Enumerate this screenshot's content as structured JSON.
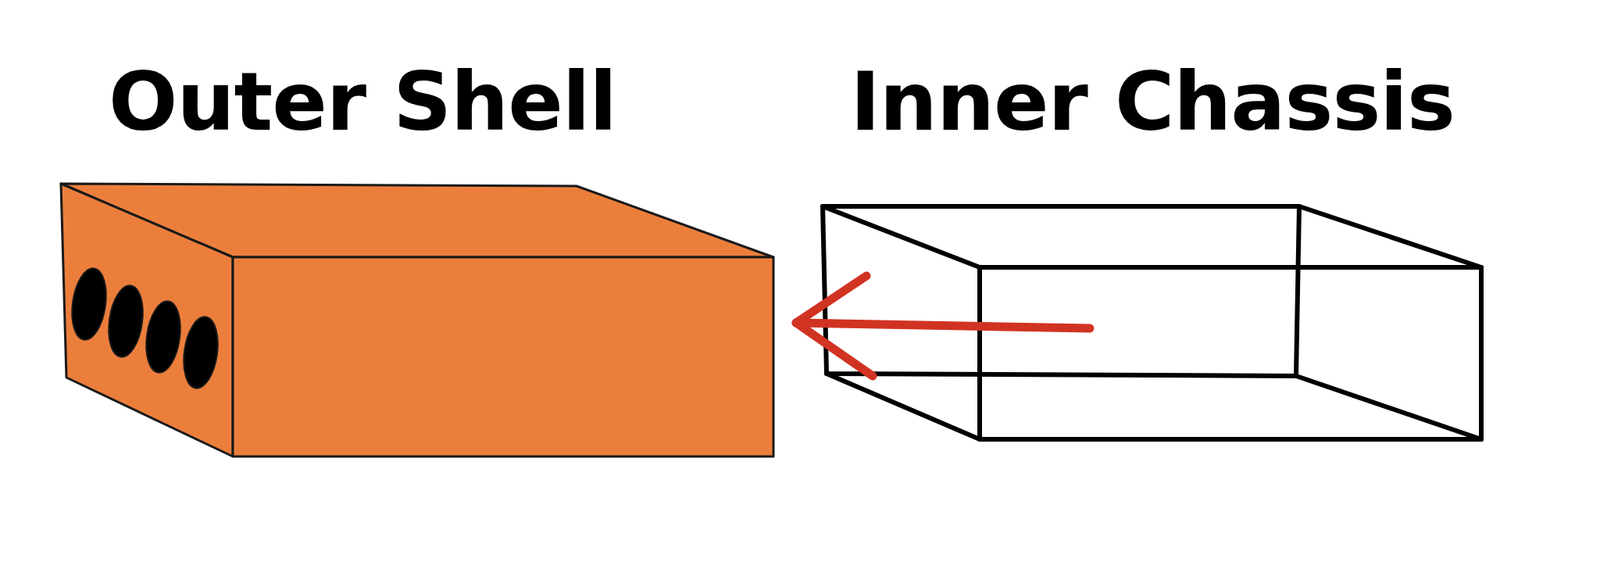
{
  "diagram": {
    "nodes": [
      {
        "text": [
          "Outer Shell"
        ]
      },
      {
        "text": [
          "Inner Chassis"
        ]
      }
    ],
    "edges": [
      {
        "from": 1,
        "to": 0,
        "arrow": "to"
      }
    ]
  }
}
